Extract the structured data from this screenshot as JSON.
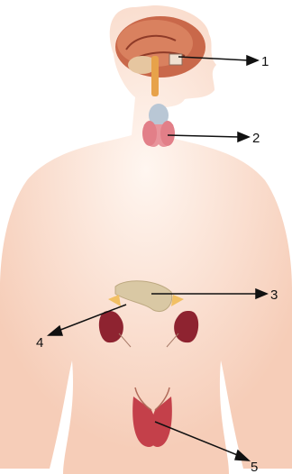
{
  "labels": [
    "1",
    "2",
    "3",
    "4",
    "5"
  ],
  "colors": {
    "skin": "#f7d2bf",
    "skin_light": "#fbe6da",
    "brain": "#c9684a",
    "thyroid": "#e8949b",
    "pancreas": "#d9c8a4",
    "kidney": "#8e2330",
    "adrenal": "#f2c063",
    "gonad": "#c4404a",
    "arrow": "#111111"
  }
}
